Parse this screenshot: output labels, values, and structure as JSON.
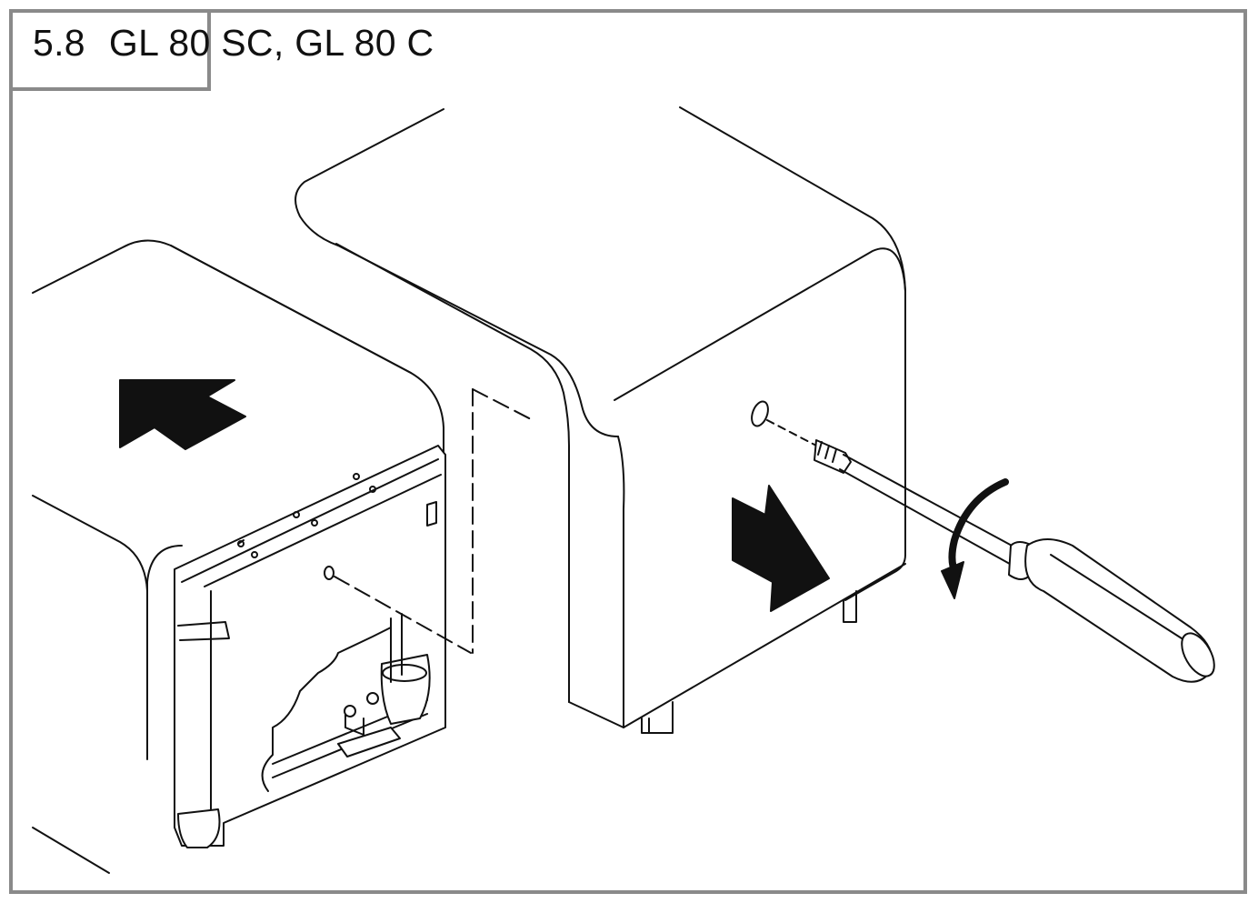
{
  "section": {
    "number": "5.8",
    "models": "GL 80 SC, GL 80 C"
  },
  "illustration": {
    "description_icons": [
      "burner-housing",
      "burner-cover",
      "screw",
      "screwdriver",
      "push-arrow",
      "pull-arrow",
      "rotate-arrow"
    ],
    "line_color": "#111111",
    "fill_color": "#ffffff",
    "frame_color": "#8a8a8a"
  }
}
